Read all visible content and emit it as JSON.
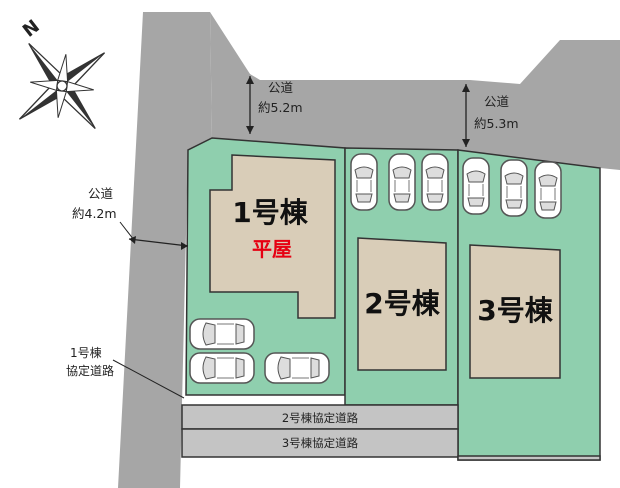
{
  "compass": {
    "north_letter": "N",
    "icon": "compass-rose-icon"
  },
  "roads": [
    {
      "id": "top-left",
      "label_line1": "公道",
      "label_line2": "約5.2m"
    },
    {
      "id": "top-right",
      "label_line1": "公道",
      "label_line2": "約5.3m"
    },
    {
      "id": "west",
      "label_line1": "公道",
      "label_line2": "約4.2m"
    }
  ],
  "access_roads": {
    "lot1_line1": "1号棟",
    "lot1_line2": "協定道路",
    "lot2": "2号棟協定道路",
    "lot3": "3号棟協定道路"
  },
  "buildings": [
    {
      "id": "1",
      "name": "1号棟",
      "note": "平屋"
    },
    {
      "id": "2",
      "name": "2号棟"
    },
    {
      "id": "3",
      "name": "3号棟"
    }
  ],
  "colors": {
    "road": "#a6a6a6",
    "lot": "#8fcfae",
    "building": "#d9cdb8",
    "outline": "#333333",
    "note": "#e60012",
    "access_road": "#c4c4c4"
  }
}
